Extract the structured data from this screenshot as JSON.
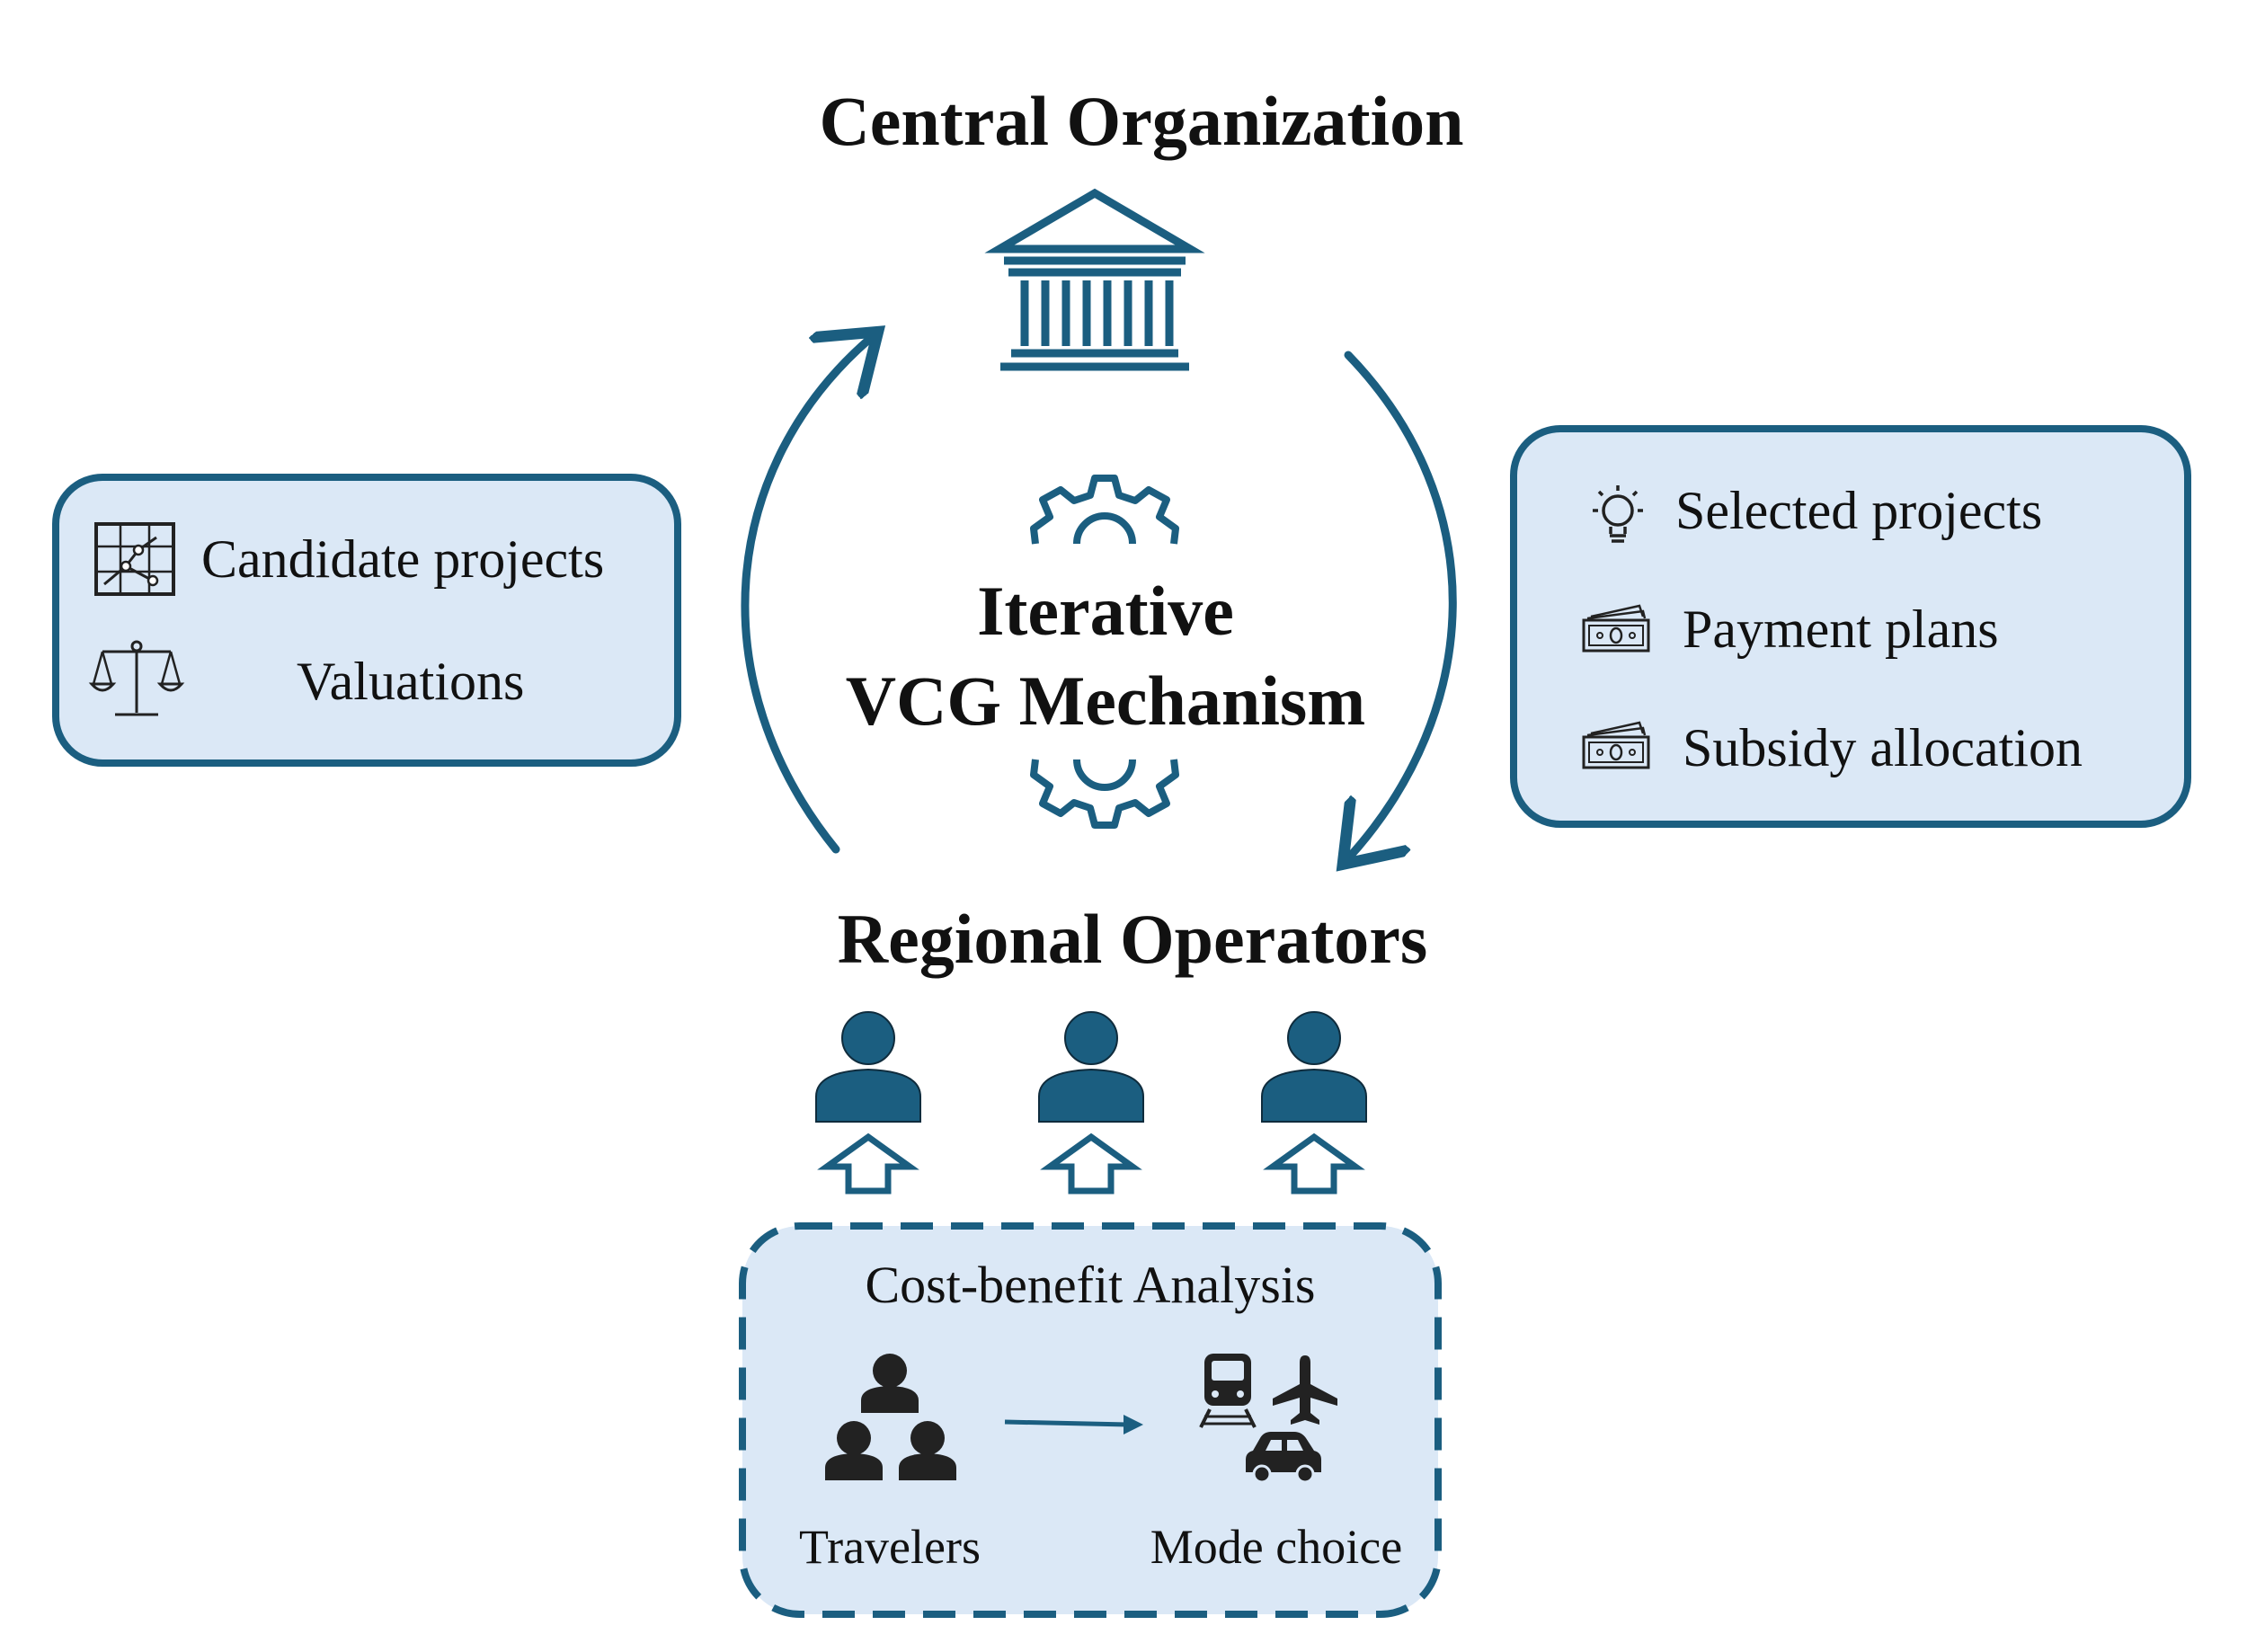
{
  "central": {
    "title": "Central Organization"
  },
  "mechanism": {
    "line1": "Iterative",
    "line2": "VCG Mechanism"
  },
  "regional": {
    "title": "Regional Operators"
  },
  "inputs": {
    "items": [
      {
        "icon": "map-network-icon",
        "label": "Candidate projects"
      },
      {
        "icon": "scales-icon",
        "label": "Valuations"
      }
    ]
  },
  "outputs": {
    "items": [
      {
        "icon": "lightbulb-icon",
        "label": "Selected projects"
      },
      {
        "icon": "money-icon",
        "label": "Payment plans"
      },
      {
        "icon": "money-icon",
        "label": "Subsidy allocation"
      }
    ]
  },
  "analysis": {
    "title": "Cost-benefit Analysis",
    "travelers_label": "Travelers",
    "mode_label": "Mode choice"
  },
  "colors": {
    "accent": "#1b5e80",
    "box_fill": "#dbe8f6",
    "dark": "#222222"
  }
}
